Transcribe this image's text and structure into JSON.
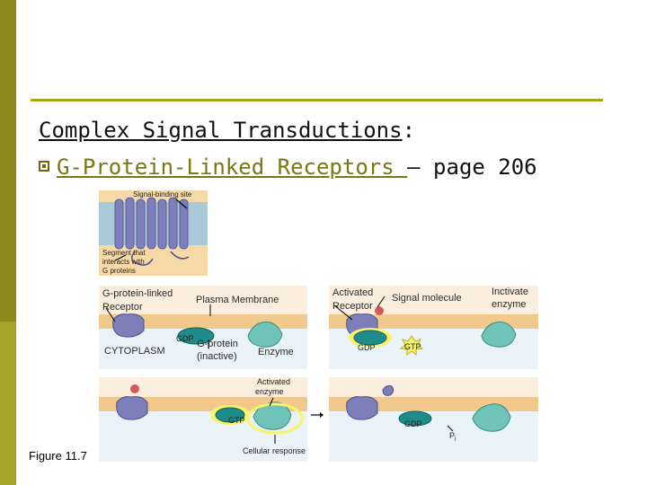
{
  "slide": {
    "title": "Complex Signal Transductions",
    "title_suffix": ":",
    "bullet_link": "G-Protein-Linked Receptors ",
    "bullet_rest": "– page 206",
    "figure_label": "Figure 11.7"
  },
  "figure": {
    "signal_binding_site": "Signal-binding site",
    "segment_line1": "Segment that",
    "segment_line2": "interacts with",
    "segment_line3": "G proteins",
    "receptor_line1": "G-protein-linked",
    "receptor_line2": "Receptor",
    "plasma_membrane": "Plasma Membrane",
    "cytoplasm": "CYTOPLASM",
    "gdp": "GDP",
    "gprotein_line1": "G-protein",
    "gprotein_line2": "(inactive)",
    "enzyme": "Enzyme",
    "activated_receptor_line1": "Activated",
    "activated_receptor_line2": "Receptor",
    "signal_molecule": "Signal molecule",
    "inactivate_line1": "Inctivate",
    "inactivate_line2": "enzyme",
    "gtp": "GTP",
    "activated_enzyme_line1": "Activated",
    "activated_enzyme_line2": "enzyme",
    "cellular_response": "Cellular response",
    "pi": "P",
    "pi_sub": "i"
  },
  "colors": {
    "accent": "#a7a51c",
    "side_bar": "#8c8a1a",
    "link": "#7a7816",
    "membrane": "#f2c98c",
    "receptor": "#7d7fb8",
    "gprotein": "#1f8c8c",
    "enzyme": "#6fc3b8"
  }
}
